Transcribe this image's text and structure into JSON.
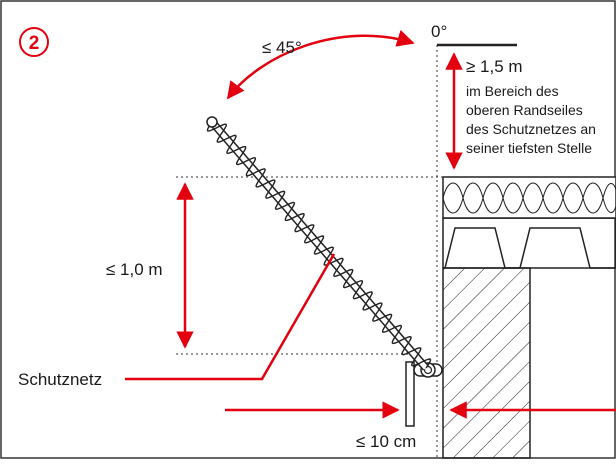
{
  "figure": {
    "number": "2",
    "accent_color": "#e3000f",
    "angle_max": "≤ 45°",
    "angle_zero": "0°",
    "height_min": "≥ 1,5 m",
    "height_note": [
      "im Bereich des",
      "oberen Randseiles",
      "des Schutznetzes an",
      "seiner tiefsten Stelle"
    ],
    "vertical_max": "≤ 1,0 m",
    "net_label": "Schutznetz",
    "gap_max": "≤ 10 cm"
  }
}
